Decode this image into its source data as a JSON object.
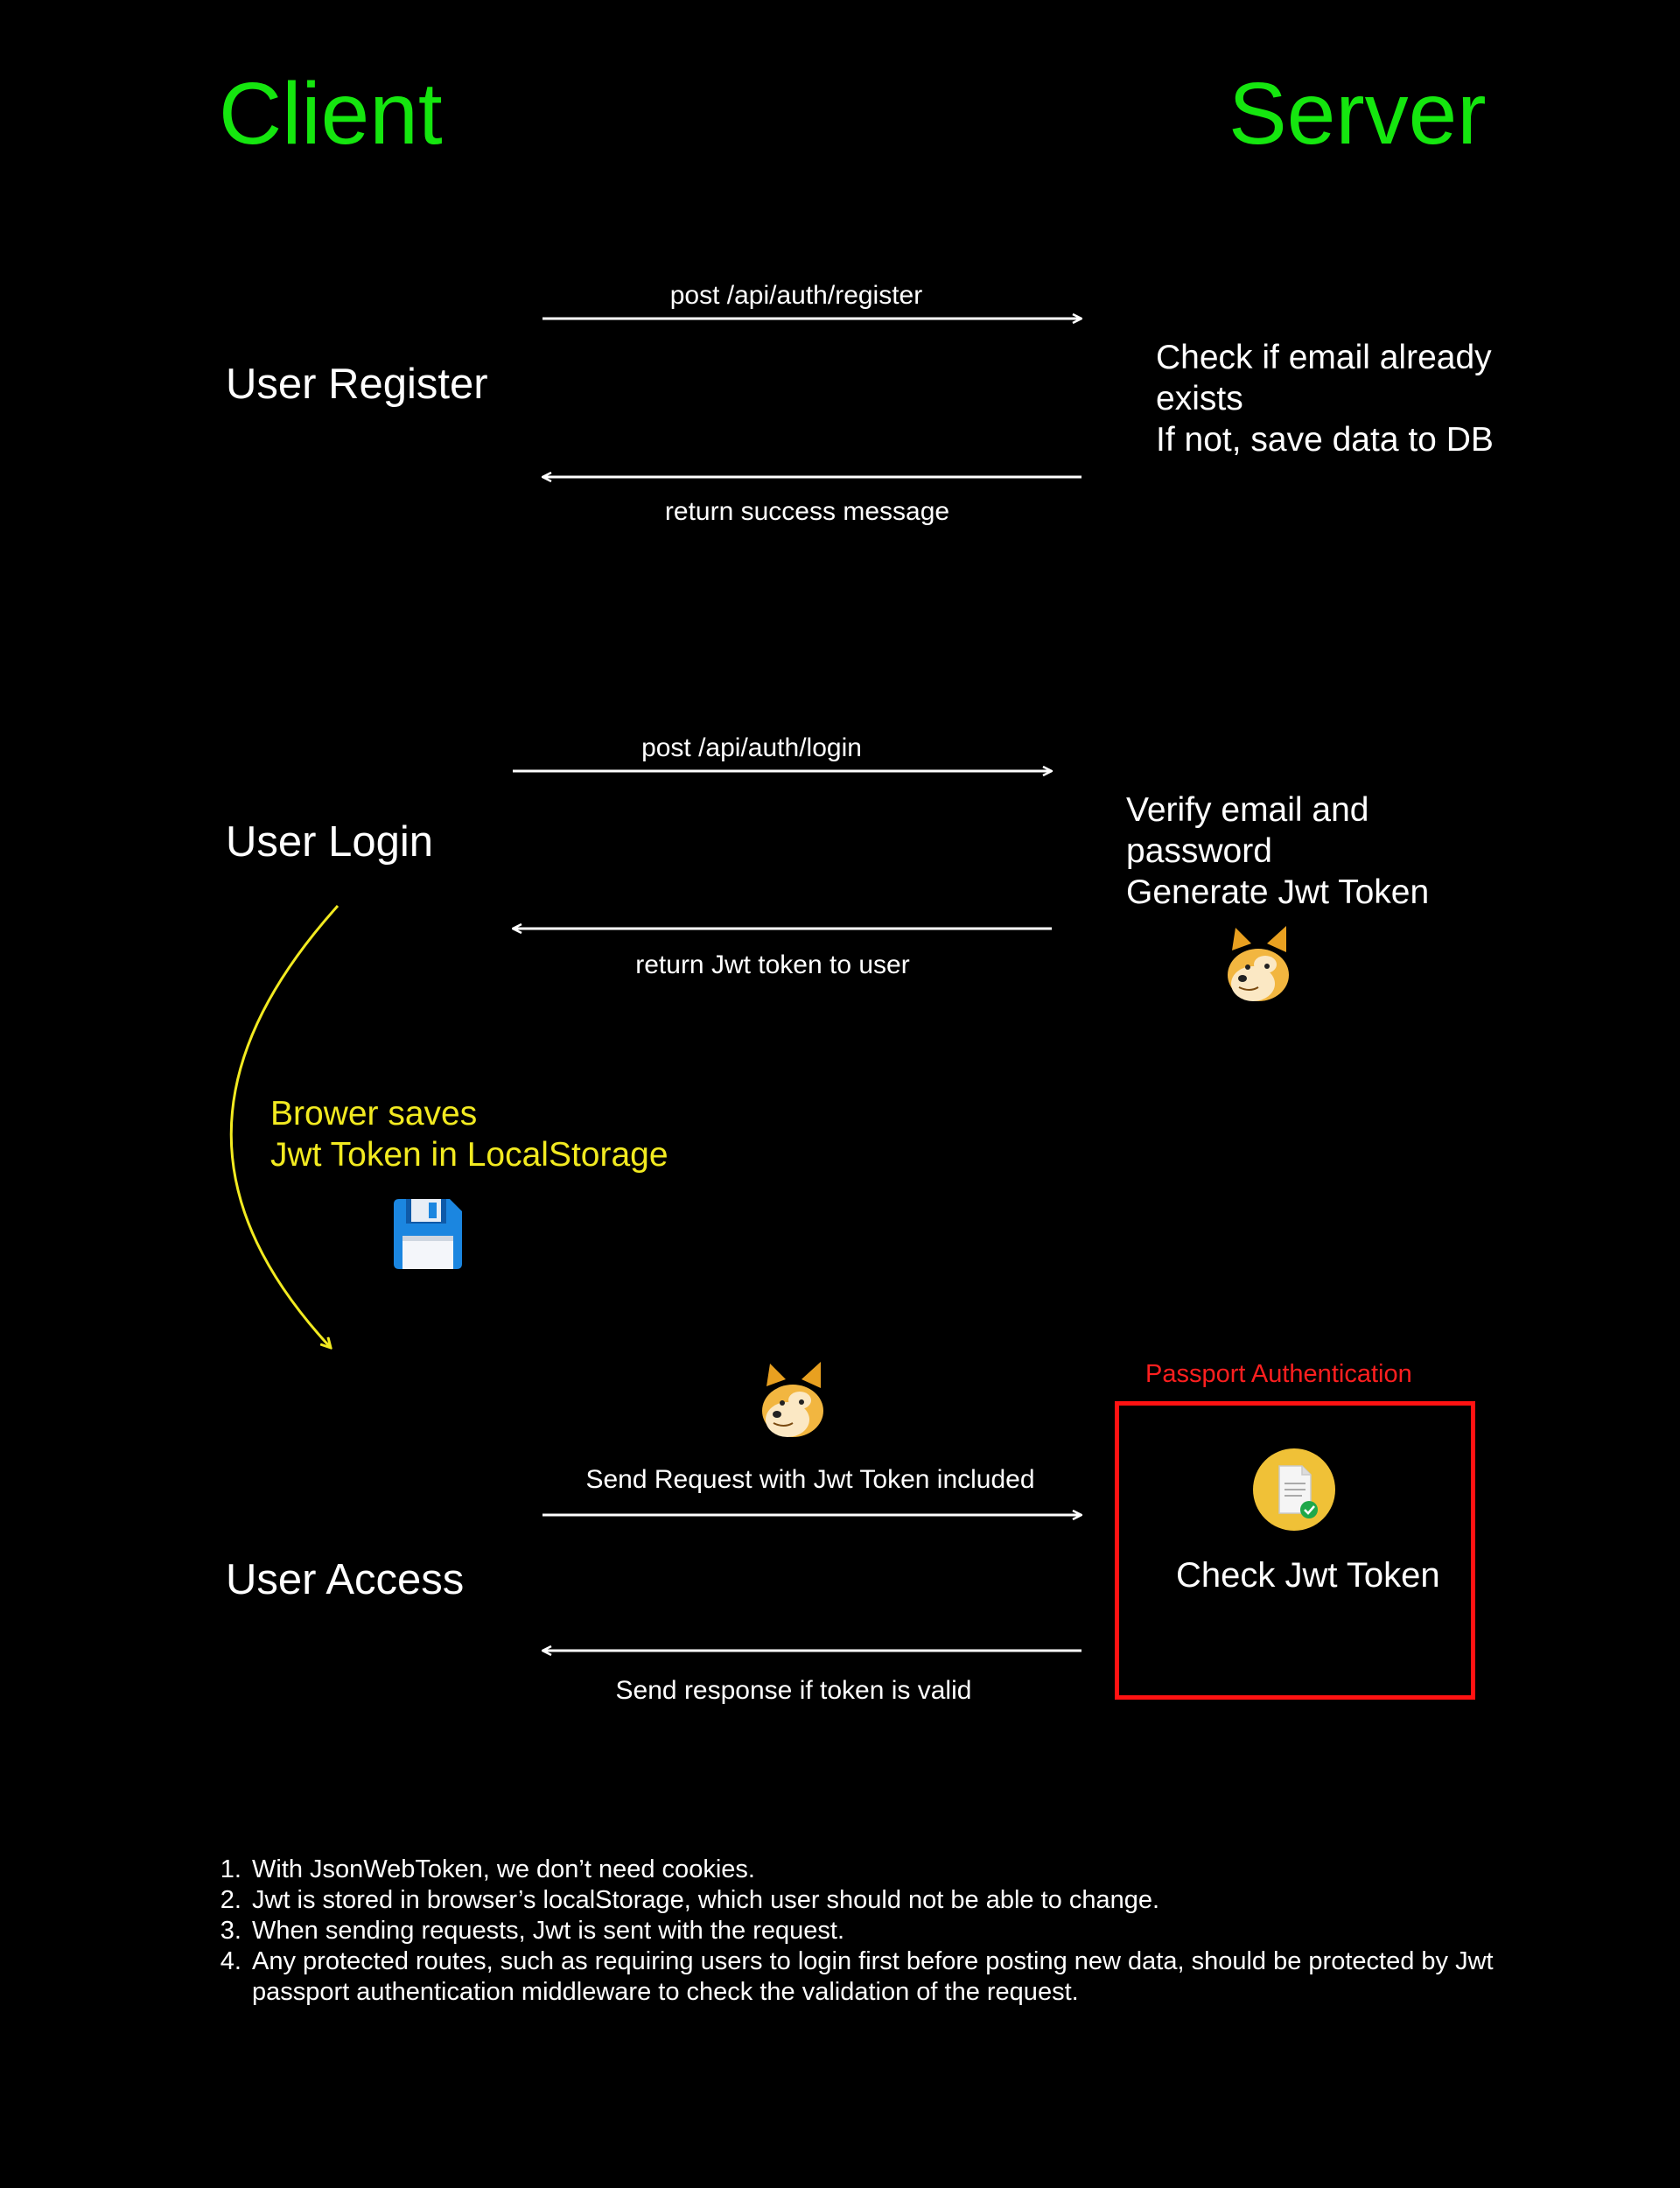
{
  "headings": {
    "client": "Client",
    "server": "Server"
  },
  "register": {
    "label": "User Register",
    "request": "post /api/auth/register",
    "response": "return success message",
    "server_lines": [
      "Check if email already",
      "exists",
      "If not, save data to DB"
    ]
  },
  "login": {
    "label": "User Login",
    "request": "post /api/auth/login",
    "response": "return Jwt token to user",
    "server_lines": [
      "Verify email and",
      "password",
      "Generate Jwt Token"
    ],
    "browser_lines": [
      "Brower saves",
      "Jwt Token in LocalStorage"
    ]
  },
  "access": {
    "label": "User Access",
    "request": "Send Request with Jwt Token included",
    "response": "Send response if token is valid",
    "box_title": "Passport Authentication",
    "box_text": "Check Jwt Token"
  },
  "notes": [
    "With JsonWebToken, we don’t need cookies.",
    "Jwt is stored in browser’s localStorage, which user should not be able to change.",
    "When sending requests, Jwt is sent with the request.",
    "Any protected routes, such as requiring users to login first before posting new data, should be protected by Jwt passport authentication middleware to check the validation of the request."
  ],
  "icons": {
    "token": "doge-icon",
    "storage": "floppy-disk-icon",
    "verify": "document-check-icon"
  },
  "colors": {
    "background": "#000000",
    "heading": "#15e60f",
    "text": "#ffffff",
    "browser_note": "#f2ea20",
    "passport": "#ff1212"
  }
}
